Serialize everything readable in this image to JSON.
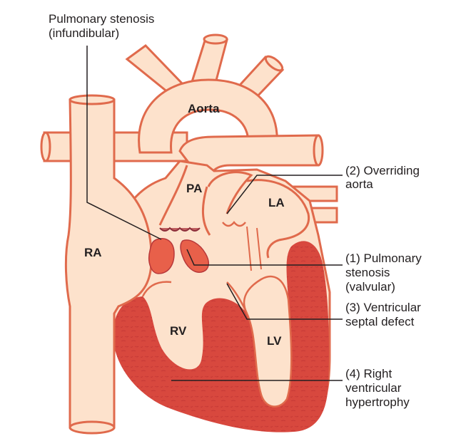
{
  "labels": {
    "pulmonary_stenosis_infundibular": [
      "Pulmonary stenosis",
      "(infundibular)"
    ],
    "overriding_aorta": [
      "(2) Overriding",
      "aorta"
    ],
    "pulmonary_stenosis_valvular": [
      "(1) Pulmonary",
      "stenosis",
      "(valvular)"
    ],
    "ventricular_septal_defect": [
      "(3) Ventricular",
      "septal defect"
    ],
    "right_ventricular_hypertrophy": [
      "(4) Right",
      "ventricular",
      "hypertrophy"
    ]
  },
  "chambers": {
    "aorta": "Aorta",
    "pa": "PA",
    "la": "LA",
    "ra": "RA",
    "rv": "RV",
    "lv": "LV"
  },
  "colors": {
    "tissue_fill": "#fde2cc",
    "outline": "#e06a4c",
    "muscle": "#d8483e",
    "stenosis": "#e8604a",
    "leader_line": "#231f20"
  }
}
